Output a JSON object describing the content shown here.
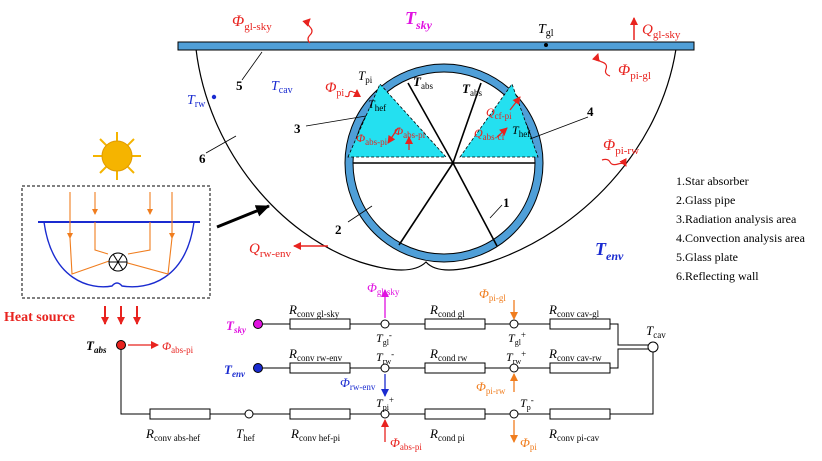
{
  "labels": {
    "t_sky": "T",
    "t_sky_sub": "sky",
    "t_gl": "T",
    "t_gl_sub": "gl",
    "q_gl_sky": "Q",
    "q_gl_sky_sub": "gl-sky",
    "phi_gl_sky": "Φ",
    "phi_gl_sky_sub": "gl-sky",
    "phi_pi_gl": "Φ",
    "phi_pi_gl_sub": "pi-gl",
    "t_rw": "T",
    "t_rw_sub": "rw",
    "t_cav": "T",
    "t_cav_sub": "cav",
    "phi_pi": "Φ",
    "phi_pi_sub": "pi",
    "t_pi": "T",
    "t_pi_sub": "pi",
    "t_abs_l": "T",
    "t_abs_l_sub": "abs",
    "t_abs_r": "T",
    "t_abs_r_sub": "abs",
    "t_hef_l": "T",
    "t_hef_l_sub": "hef",
    "t_hef_r": "T",
    "t_hef_r_sub": "hef",
    "phi_abs_pi_a": "Φ",
    "phi_abs_pi_a_sub": "abs-pi",
    "phi_abs_pi_b": "Φ",
    "phi_abs_pi_b_sub": "abs-pi",
    "q_cf_pi": "Q",
    "q_cf_pi_sub": "cf-pi",
    "q_abs_cf": "Q",
    "q_abs_cf_sub": "abs-cf",
    "phi_pi_rw": "Φ",
    "phi_pi_rw_sub": "pi-rw",
    "q_rw_env": "Q",
    "q_rw_env_sub": "rw-env",
    "t_env": "T",
    "t_env_sub": "env",
    "num_1": "1",
    "num_2": "2",
    "num_3": "3",
    "num_4": "4",
    "num_5": "5",
    "num_6": "6",
    "heat_source": "Heat source"
  },
  "network": {
    "t_sky": "T",
    "t_sky_sub": "sky",
    "t_env": "T",
    "t_env_sub": "env",
    "t_abs": "T",
    "t_abs_sub": "abs",
    "phi_abs_pi": "Φ",
    "phi_abs_pi_sub": "abs-pi",
    "t_cav": "T",
    "t_cav_sub": "cav",
    "r_conv_gl_sky": "R",
    "r_conv_gl_sky_sub": "conv gl-sky",
    "r_cond_gl": "R",
    "r_cond_gl_sub": "cond gl",
    "r_conv_cav_gl": "R",
    "r_conv_cav_gl_sub": "conv cav-gl",
    "r_conv_rw_env": "R",
    "r_conv_rw_env_sub": "conv rw-env",
    "r_cond_rw": "R",
    "r_cond_rw_sub": "cond rw",
    "r_conv_cav_rw": "R",
    "r_conv_cav_rw_sub": "conv cav-rw",
    "r_conv_abs_hef": "R",
    "r_conv_abs_hef_sub": "conv abs-hef",
    "r_conv_hef_pi": "R",
    "r_conv_hef_pi_sub": "conv hef-pi",
    "r_cond_pi": "R",
    "r_cond_pi_sub": "cond pi",
    "r_conv_pi_cav": "R",
    "r_conv_pi_cav_sub": "conv pi-cav",
    "t_hef": "T",
    "t_hef_sub": "hef",
    "t_gl_minus": "T",
    "t_gl_minus_sub": "gl",
    "t_gl_minus_sup": "-",
    "t_gl_plus": "T",
    "t_gl_plus_sub": "gl",
    "t_gl_plus_sup": "+",
    "t_rw_minus": "T",
    "t_rw_minus_sub": "rw",
    "t_rw_minus_sup": "-",
    "t_rw_plus": "T",
    "t_rw_plus_sub": "rw",
    "t_rw_plus_sup": "+",
    "t_pi_plus": "T",
    "t_pi_plus_sub": "pi",
    "t_pi_plus_sup": "+",
    "t_p_minus": "T",
    "t_p_minus_sub": "p",
    "t_p_minus_sup": "-",
    "phi_gl_sky": "Φ",
    "phi_gl_sky_sub": "gl-sky",
    "phi_pi_gl": "Φ",
    "phi_pi_gl_sub": "pi-gl",
    "phi_rw_env": "Φ",
    "phi_rw_env_sub": "rw-env",
    "phi_pi_rw": "Φ",
    "phi_pi_rw_sub": "pi-rw",
    "phi_abs_pi2": "Φ",
    "phi_abs_pi2_sub": "abs-pi",
    "phi_pi": "Φ",
    "phi_pi_sub": "pi"
  },
  "legend": [
    "1.Star absorber",
    "2.Glass pipe",
    "3.Radiation analysis area",
    "4.Convection analysis area",
    "5.Glass plate",
    "6.Reflecting wall"
  ],
  "colors": {
    "red": "#e8231f",
    "blue_frame": "#4f9fd8",
    "cyan_fill": "#24e0f0",
    "magenta": "#e011e0",
    "blue_text": "#1a2bd0",
    "orange": "#f07d1e",
    "sun": "#f5b400"
  }
}
